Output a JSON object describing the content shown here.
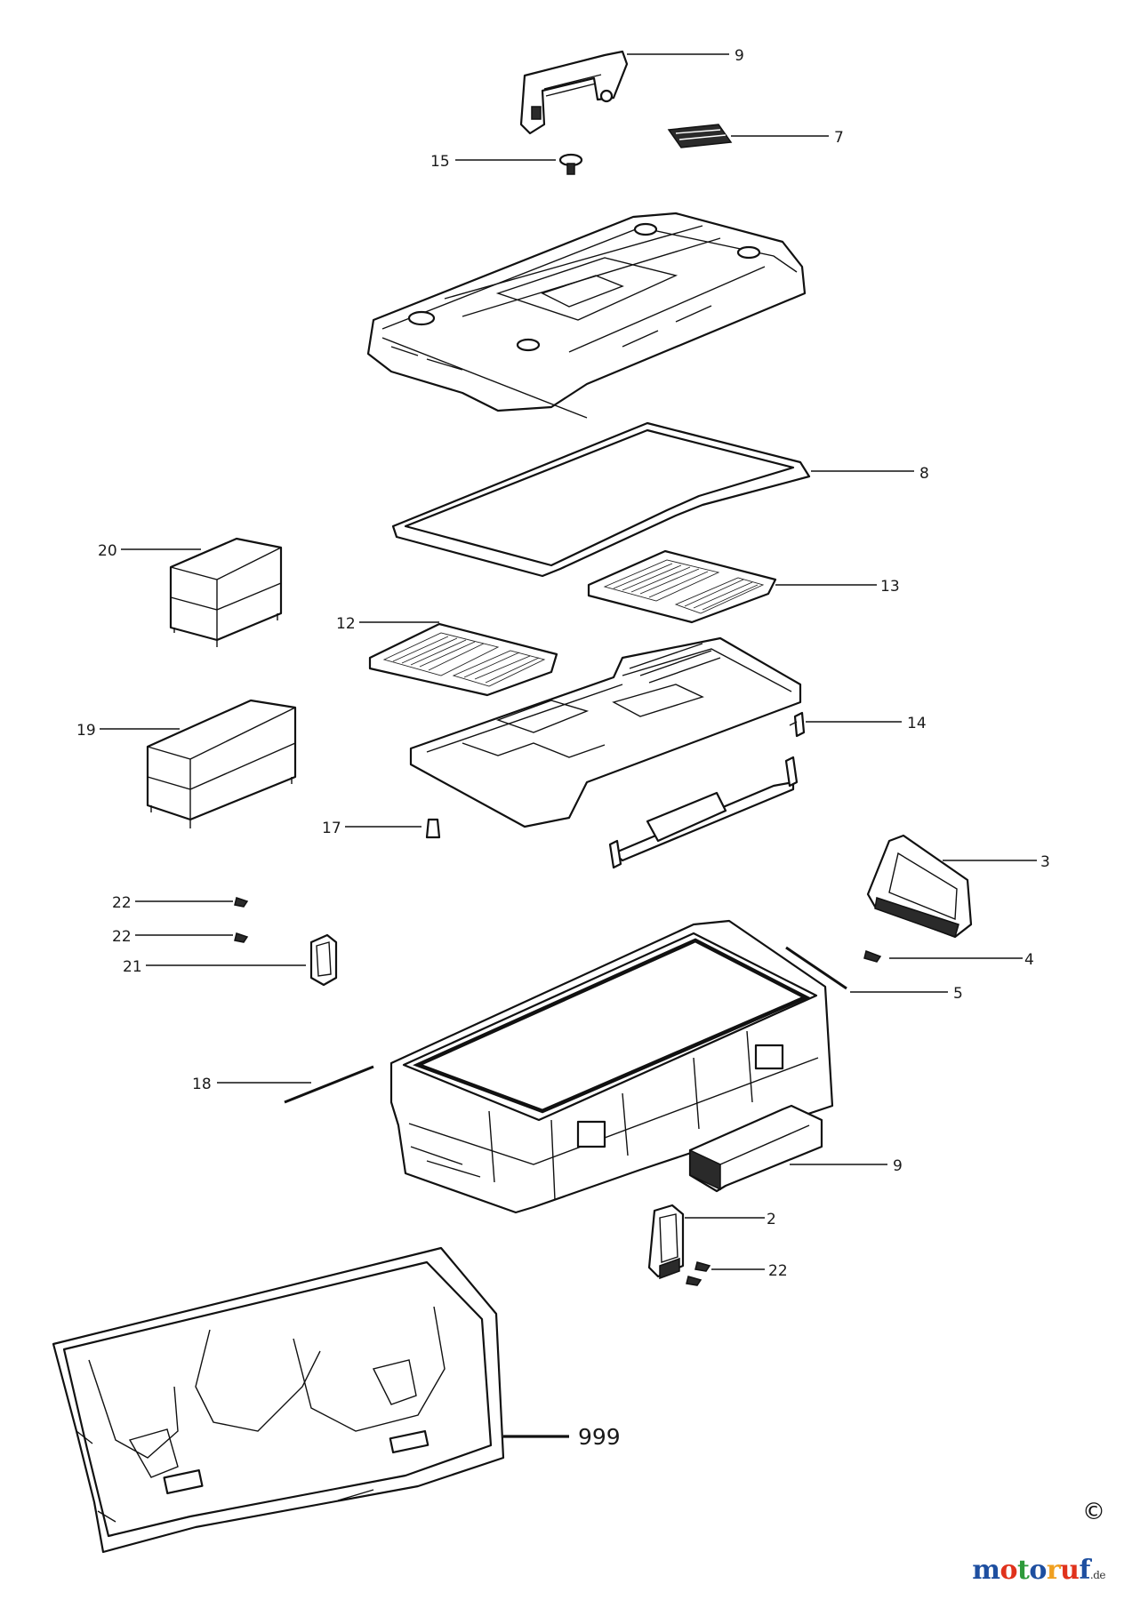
{
  "callouts": {
    "c9_top": "9",
    "c7": "7",
    "c15": "15",
    "c8": "8",
    "c20": "20",
    "c13": "13",
    "c12": "12",
    "c19": "19",
    "c14": "14",
    "c17": "17",
    "c3": "3",
    "c22_a": "22",
    "c22_b": "22",
    "c4": "4",
    "c21": "21",
    "c5": "5",
    "c18": "18",
    "c9_bottom": "9",
    "c2": "2",
    "c22_c": "22",
    "c999": "999"
  },
  "copyright": "©",
  "brand": {
    "letters": [
      "m",
      "o",
      "t",
      "o",
      "r",
      "u",
      "f"
    ],
    "colors": [
      "#1e4fa0",
      "#e0321c",
      "#2e9a3a",
      "#1e4fa0",
      "#f0a020",
      "#e0321c",
      "#1e4fa0"
    ],
    "tld": ".de"
  }
}
